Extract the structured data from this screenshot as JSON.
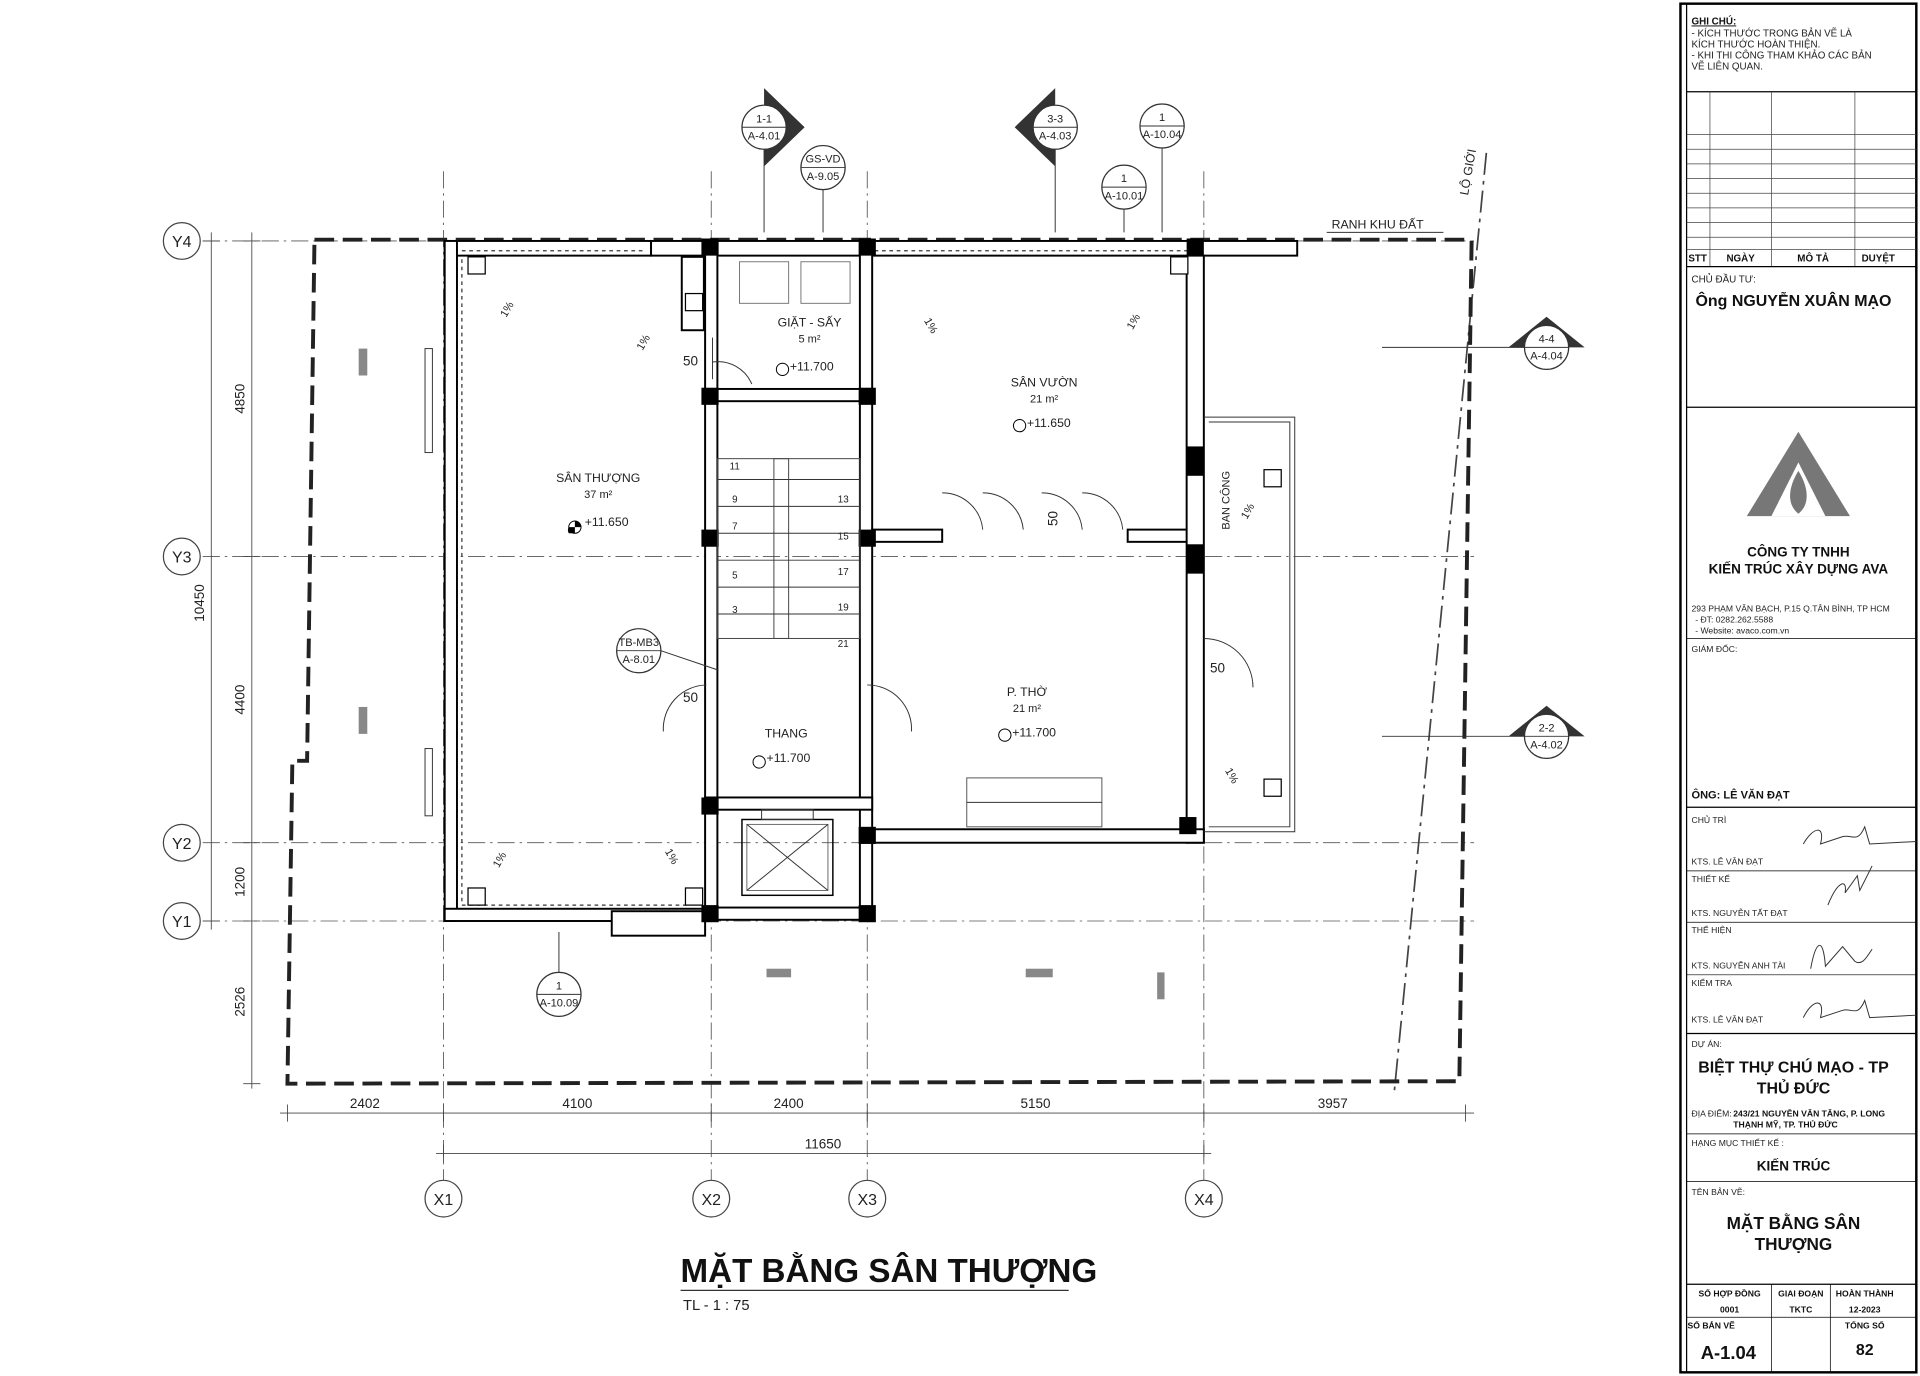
{
  "drawing": {
    "title": "MẶT BẰNG SÂN THƯỢNG",
    "scale": "TL - 1 : 75",
    "grid_labels_y": [
      "Y4",
      "Y3",
      "Y2",
      "Y1"
    ],
    "grid_labels_x": [
      "X1",
      "X2",
      "X3",
      "X4"
    ],
    "dims_bottom": [
      "2402",
      "4100",
      "2400",
      "5150",
      "3957"
    ],
    "dim_total_bottom": "11650",
    "dims_left": [
      "4850",
      "4400",
      "1200",
      "2526"
    ],
    "dim_total_left": "10450",
    "rooms": [
      {
        "name": "SÂN THƯỢNG",
        "area": "37 m²",
        "level": "+11.650"
      },
      {
        "name": "GIẶT - SẤY",
        "area": "5 m²",
        "level": "+11.700"
      },
      {
        "name": "SÂN VƯỜN",
        "area": "21 m²",
        "level": "+11.650"
      },
      {
        "name": "P. THỜ",
        "area": "21 m²",
        "level": "+11.700"
      },
      {
        "name": "THANG",
        "level": "+11.700"
      }
    ],
    "ban_cong": "BAN CÔNG",
    "boundary": "RANH KHU ĐẤT",
    "lo_gioi": "LỘ GIỚI",
    "slopes": [
      "1%",
      "1%",
      "1%",
      "1%",
      "1%",
      "1%",
      "1%",
      "1%"
    ],
    "door_widths": [
      "50",
      "50",
      "50",
      "50"
    ],
    "stair_numbers": [
      "11",
      "9",
      "7",
      "5",
      "3",
      "13",
      "15",
      "17",
      "19",
      "21"
    ],
    "callouts": [
      {
        "top": "1-1",
        "bottom": "A-4.01"
      },
      {
        "top": "GS-VD",
        "bottom": "A-9.05"
      },
      {
        "top": "3-3",
        "bottom": "A-4.03"
      },
      {
        "top": "1",
        "bottom": "A-10.04"
      },
      {
        "top": "1",
        "bottom": "A-10.01"
      },
      {
        "top": "4-4",
        "bottom": "A-4.04"
      },
      {
        "top": "2-2",
        "bottom": "A-4.02"
      },
      {
        "top": "TB-MB3",
        "bottom": "A-8.01"
      },
      {
        "top": "1",
        "bottom": "A-10.09"
      }
    ]
  },
  "titleblock": {
    "notes_title": "GHI CHÚ:",
    "notes": [
      "- KÍCH THƯỚC TRONG BẢN VẼ LÀ",
      "KÍCH THƯỚC HOÀN THIỆN.",
      "- KHI THI CÔNG THAM KHẢO CÁC BẢN",
      "VẼ LIÊN QUAN."
    ],
    "rev_headers": [
      "STT",
      "NGÀY",
      "MÔ TẢ",
      "DUYỆT"
    ],
    "owner_label": "CHỦ ĐẦU TƯ:",
    "owner": "Ông NGUYỄN XUÂN MẠO",
    "company1": "CÔNG TY TNHH",
    "company2": "KIẾN TRÚC XÂY DỰNG AVA",
    "address": "293 PHẠM VĂN BẠCH, P.15 Q.TÂN BÌNH, TP HCM",
    "phone": "- ĐT: 0282.262.5588",
    "website": "- Website: avaco.com.vn",
    "director_label": "GIÁM ĐỐC:",
    "director": "ÔNG: LÊ VĂN ĐẠT",
    "roles": [
      {
        "label": "CHỦ TRÌ",
        "name": "KTS. LÊ VĂN ĐẠT"
      },
      {
        "label": "THIẾT KẾ",
        "name": "KTS. NGUYỄN TẤT ĐẠT"
      },
      {
        "label": "THỂ HIỆN",
        "name": "KTS. NGUYỄN ANH TÀI"
      },
      {
        "label": "KIỂM TRA",
        "name": "KTS. LÊ VĂN ĐẠT"
      }
    ],
    "project_label": "DỰ ÁN:",
    "project1": "BIỆT THỰ CHÚ MẠO - TP",
    "project2": "THỦ ĐỨC",
    "location_label": "ĐỊA ĐIỂM:",
    "location1": "243/21 NGUYỄN VĂN TĂNG, P. LONG",
    "location2": "THẠNH MỸ, TP. THỦ ĐỨC",
    "category_label": "HẠNG MỤC THIẾT KẾ :",
    "category": "KIẾN TRÚC",
    "sheetname_label": "TÊN BẢN VẼ:",
    "sheetname1": "MẶT BẰNG SÂN",
    "sheetname2": "THƯỢNG",
    "contract_label": "SỐ HỢP ĐỒNG",
    "contract": "0001",
    "phase_label": "GIAI ĐOẠN",
    "phase": "TKTC",
    "finish_label": "HOÀN THÀNH",
    "finish": "12-2023",
    "sheetno_label": "SỐ BẢN VẼ",
    "sheetno": "A-1.04",
    "total_label": "TỔNG SỐ",
    "total": "82"
  }
}
